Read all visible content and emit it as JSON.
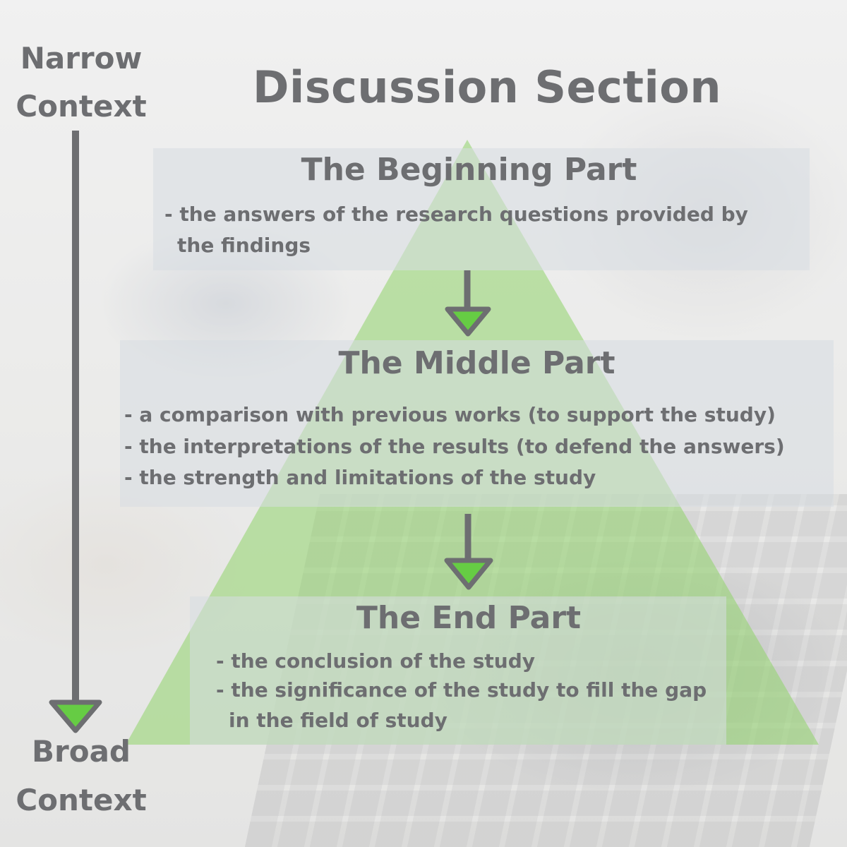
{
  "title": "Discussion Section",
  "axis": {
    "top_line1": "Narrow",
    "top_line2": "Context",
    "bottom_line1": "Broad",
    "bottom_line2": "Context"
  },
  "parts": {
    "beginning": {
      "title": "The Beginning Part",
      "lines": [
        "- the answers of the research questions provided by",
        "the findings"
      ]
    },
    "middle": {
      "title": "The Middle Part",
      "lines": [
        "- a comparison with previous works (to support the study)",
        "- the interpretations of the results (to defend the answers)",
        "- the strength and limitations of the study"
      ]
    },
    "end": {
      "title": "The End Part",
      "lines": [
        "- the conclusion of the study",
        "- the significance of the study to fill the gap",
        "in the field of study"
      ]
    }
  },
  "colors": {
    "text": "#6d6e71",
    "arrow": "#6d6e71",
    "arrowhead_fill": "#66cc44",
    "pyramid": "#8fd36a"
  }
}
